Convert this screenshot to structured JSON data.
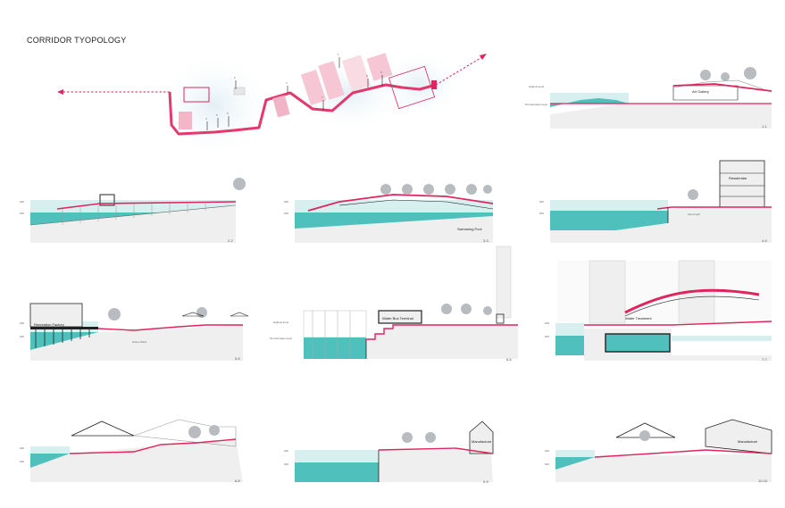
{
  "title": "CORRIDOR TYOPOLOGY",
  "colors": {
    "corridor": "#e0245e",
    "water": "#4fc0bc",
    "waterLight": "#d8efef",
    "ground": "#efefef",
    "tree": "#b8bcc0",
    "outline": "#222222"
  },
  "labels": {
    "art_gallery": "Art Gallery",
    "swimming_pool": "Swimming Pool",
    "residential": "Residential",
    "flood_wall": "Flood wall",
    "recreation_factory": "Recreation Factory",
    "stone_plaza": "Stone Plaza",
    "water_bus": "Water Bus Terminal",
    "water_treatment": "Water Treatment",
    "manufacture_a": "Manufacture",
    "manufacture_b": "Manufacture",
    "highest_level": "Highest level",
    "normal_level": "Normal water level",
    "hw": "HW",
    "nw": "NW"
  },
  "sections": {
    "s1": "1-1",
    "s2": "2-2",
    "s3": "3-3",
    "s4": "4-4",
    "s5": "5-5",
    "s6": "6-6",
    "s7": "7-7",
    "s8": "8-8",
    "s9": "9-9",
    "s10": "10-10"
  },
  "map_marks": [
    "1",
    "2",
    "3",
    "4",
    "5",
    "6",
    "7",
    "8",
    "9",
    "10"
  ]
}
